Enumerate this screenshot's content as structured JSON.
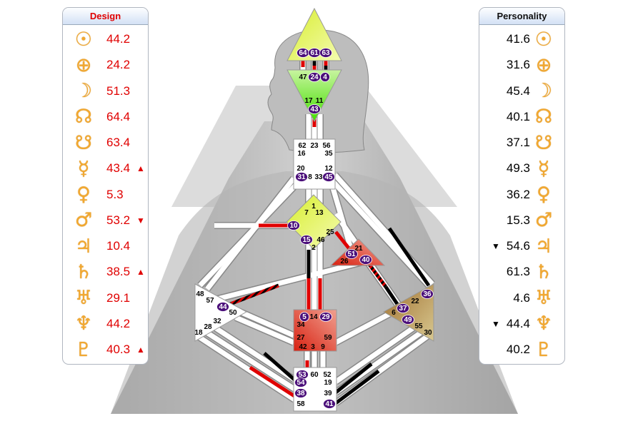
{
  "design": {
    "title": "Design",
    "rows": [
      {
        "icon": "sun-icon",
        "glyph": "☉",
        "value": "44.2",
        "arrow": ""
      },
      {
        "icon": "earth-icon",
        "glyph": "⊕",
        "value": "24.2",
        "arrow": ""
      },
      {
        "icon": "moon-icon",
        "glyph": "☽",
        "value": "51.3",
        "arrow": ""
      },
      {
        "icon": "north-node-icon",
        "glyph": "☊",
        "value": "64.4",
        "arrow": ""
      },
      {
        "icon": "south-node-icon",
        "glyph": "☋",
        "value": "63.4",
        "arrow": ""
      },
      {
        "icon": "mercury-icon",
        "glyph": "☿",
        "value": "43.4",
        "arrow": "▲"
      },
      {
        "icon": "venus-icon",
        "glyph": "♀",
        "value": "5.3",
        "arrow": ""
      },
      {
        "icon": "mars-icon",
        "glyph": "♂",
        "value": "53.2",
        "arrow": "▼"
      },
      {
        "icon": "jupiter-icon",
        "glyph": "♃",
        "value": "10.4",
        "arrow": ""
      },
      {
        "icon": "saturn-icon",
        "glyph": "♄",
        "value": "38.5",
        "arrow": "▲"
      },
      {
        "icon": "uranus-icon",
        "glyph": "♅",
        "value": "29.1",
        "arrow": ""
      },
      {
        "icon": "neptune-icon",
        "glyph": "♆",
        "value": "44.2",
        "arrow": ""
      },
      {
        "icon": "pluto-icon",
        "glyph": "♇",
        "value": "40.3",
        "arrow": "▲"
      }
    ]
  },
  "personality": {
    "title": "Personality",
    "rows": [
      {
        "icon": "sun-icon",
        "glyph": "☉",
        "value": "41.6",
        "arrow": ""
      },
      {
        "icon": "earth-icon",
        "glyph": "⊕",
        "value": "31.6",
        "arrow": ""
      },
      {
        "icon": "moon-icon",
        "glyph": "☽",
        "value": "45.4",
        "arrow": ""
      },
      {
        "icon": "north-node-icon",
        "glyph": "☊",
        "value": "40.1",
        "arrow": ""
      },
      {
        "icon": "south-node-icon",
        "glyph": "☋",
        "value": "37.1",
        "arrow": ""
      },
      {
        "icon": "mercury-icon",
        "glyph": "☿",
        "value": "49.3",
        "arrow": ""
      },
      {
        "icon": "venus-icon",
        "glyph": "♀",
        "value": "36.2",
        "arrow": ""
      },
      {
        "icon": "mars-icon",
        "glyph": "♂",
        "value": "15.3",
        "arrow": ""
      },
      {
        "icon": "jupiter-icon",
        "glyph": "♃",
        "value": "54.6",
        "arrow": "▼"
      },
      {
        "icon": "saturn-icon",
        "glyph": "♄",
        "value": "61.3",
        "arrow": ""
      },
      {
        "icon": "uranus-icon",
        "glyph": "♅",
        "value": "4.6",
        "arrow": ""
      },
      {
        "icon": "neptune-icon",
        "glyph": "♆",
        "value": "44.4",
        "arrow": "▼"
      },
      {
        "icon": "pluto-icon",
        "glyph": "♇",
        "value": "40.2",
        "arrow": ""
      }
    ]
  },
  "colors": {
    "design": "#e00000",
    "personality": "#000000",
    "gate_active": "#4b0f7a",
    "planet": "#f2a830"
  },
  "bodygraph": {
    "centers": [
      {
        "name": "head",
        "gates": [
          {
            "n": "64",
            "active": true
          },
          {
            "n": "61",
            "active": true
          },
          {
            "n": "63",
            "active": true
          }
        ]
      },
      {
        "name": "ajna",
        "gates": [
          {
            "n": "47",
            "active": false
          },
          {
            "n": "24",
            "active": true
          },
          {
            "n": "4",
            "active": true
          },
          {
            "n": "17",
            "active": false
          },
          {
            "n": "11",
            "active": false
          },
          {
            "n": "43",
            "active": true
          }
        ]
      },
      {
        "name": "throat",
        "gates": [
          {
            "n": "62",
            "active": false
          },
          {
            "n": "23",
            "active": false
          },
          {
            "n": "56",
            "active": false
          },
          {
            "n": "16",
            "active": false
          },
          {
            "n": "35",
            "active": false
          },
          {
            "n": "20",
            "active": false
          },
          {
            "n": "12",
            "active": false
          },
          {
            "n": "31",
            "active": true
          },
          {
            "n": "8",
            "active": false
          },
          {
            "n": "33",
            "active": false
          },
          {
            "n": "45",
            "active": true
          }
        ]
      },
      {
        "name": "g",
        "gates": [
          {
            "n": "1",
            "active": false
          },
          {
            "n": "7",
            "active": false
          },
          {
            "n": "13",
            "active": false
          },
          {
            "n": "10",
            "active": true
          },
          {
            "n": "25",
            "active": false
          },
          {
            "n": "15",
            "active": true
          },
          {
            "n": "46",
            "active": false
          },
          {
            "n": "2",
            "active": false
          }
        ]
      },
      {
        "name": "ego",
        "gates": [
          {
            "n": "21",
            "active": false
          },
          {
            "n": "51",
            "active": true
          },
          {
            "n": "40",
            "active": true
          },
          {
            "n": "26",
            "active": false
          }
        ]
      },
      {
        "name": "spleen",
        "gates": [
          {
            "n": "48",
            "active": false
          },
          {
            "n": "57",
            "active": false
          },
          {
            "n": "44",
            "active": true
          },
          {
            "n": "50",
            "active": false
          },
          {
            "n": "32",
            "active": false
          },
          {
            "n": "28",
            "active": false
          },
          {
            "n": "18",
            "active": false
          }
        ]
      },
      {
        "name": "sacral",
        "gates": [
          {
            "n": "5",
            "active": true
          },
          {
            "n": "14",
            "active": false
          },
          {
            "n": "29",
            "active": true
          },
          {
            "n": "34",
            "active": false
          },
          {
            "n": "27",
            "active": false
          },
          {
            "n": "59",
            "active": false
          },
          {
            "n": "42",
            "active": false
          },
          {
            "n": "3",
            "active": false
          },
          {
            "n": "9",
            "active": false
          }
        ]
      },
      {
        "name": "solar-plexus",
        "gates": [
          {
            "n": "36",
            "active": true
          },
          {
            "n": "22",
            "active": false
          },
          {
            "n": "37",
            "active": true
          },
          {
            "n": "6",
            "active": false
          },
          {
            "n": "49",
            "active": true
          },
          {
            "n": "55",
            "active": false
          },
          {
            "n": "30",
            "active": false
          }
        ]
      },
      {
        "name": "root",
        "gates": [
          {
            "n": "53",
            "active": true
          },
          {
            "n": "60",
            "active": false
          },
          {
            "n": "52",
            "active": false
          },
          {
            "n": "54",
            "active": true
          },
          {
            "n": "19",
            "active": false
          },
          {
            "n": "38",
            "active": true
          },
          {
            "n": "39",
            "active": false
          },
          {
            "n": "58",
            "active": false
          },
          {
            "n": "41",
            "active": true
          }
        ]
      }
    ]
  }
}
